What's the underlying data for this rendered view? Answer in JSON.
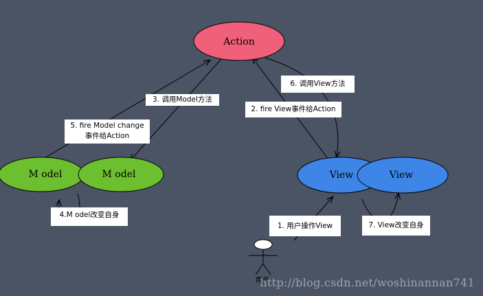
{
  "nodes": {
    "action": "Action",
    "model_left": "M odel",
    "model_right": "M odel",
    "view_left": "View",
    "view_right": "View"
  },
  "labels": {
    "call_model": "3. 调用Model方法",
    "fire_model_change_1": "5. fire Model change",
    "fire_model_change_2": "事件给Action",
    "call_view": "6. 调用View方法",
    "fire_view_event": "2. fire View事件给Action",
    "model_self": "4.M odel改变自身",
    "user_op": "1. 用户操作View",
    "view_self": "7. View改变自身"
  },
  "actor": {
    "label": "用户"
  },
  "watermark": "http://blog.csdn.net/woshinannan741",
  "colors": {
    "background": "#4a5465",
    "action_fill": "#f0607a",
    "model_fill": "#6cbf2e",
    "view_fill": "#3d86e8",
    "line": "#000000",
    "label_bg": "#ffffff"
  }
}
